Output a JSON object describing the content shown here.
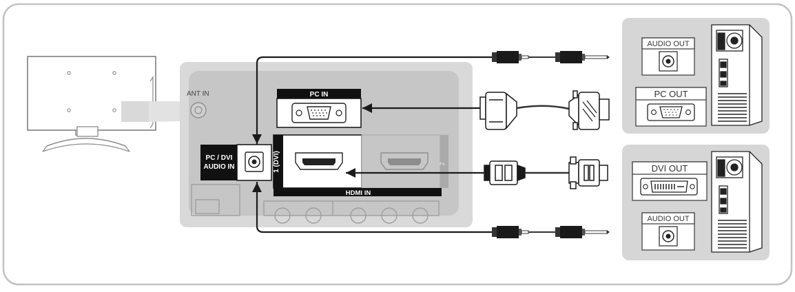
{
  "tv_panel": {
    "ant_in_label": "ANT IN",
    "pc_in_label": "PC IN",
    "pc_dvi_audio_in_line1": "PC / DVI",
    "pc_dvi_audio_in_line2": "AUDIO IN",
    "hdmi_in_label": "HDMI IN",
    "hdmi_port1_label": "1 (DVI)",
    "hdmi_port2_label": "2"
  },
  "pc_top": {
    "audio_out_label": "AUDIO OUT",
    "pc_out_label": "PC OUT"
  },
  "pc_bottom": {
    "dvi_out_label": "DVI OUT",
    "audio_out_label": "AUDIO OUT"
  },
  "colors": {
    "frame_border": "#bdbdbd",
    "panel_grey": "#d9d9d9",
    "panel_dark": "#c3c3c3",
    "cable": "#1a1a1a",
    "pc_box_bg": "#d6d6d6"
  }
}
